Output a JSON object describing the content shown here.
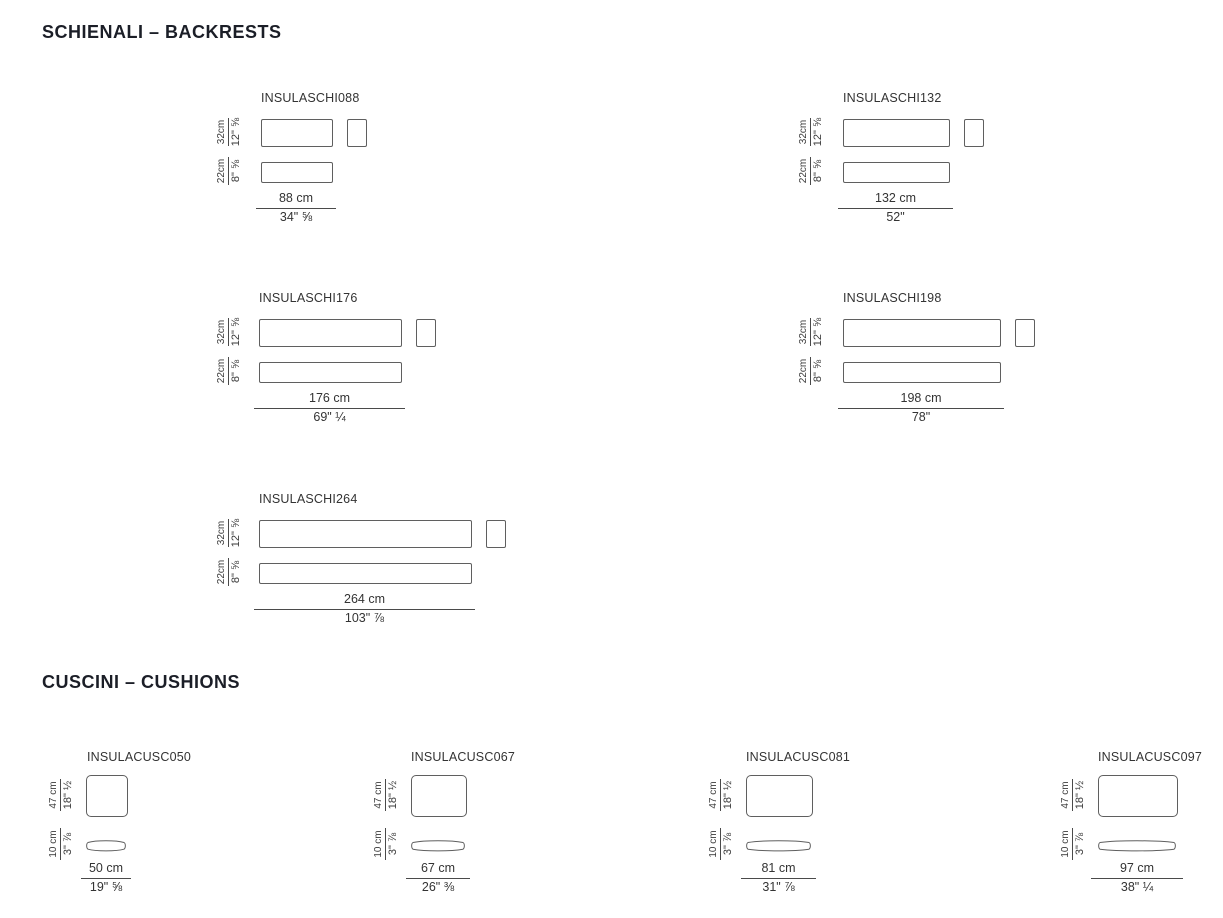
{
  "colors": {
    "background": "#ffffff",
    "title_text": "#1b1e27",
    "body_text": "#333333",
    "drawing_line": "#5f5f5f"
  },
  "backrests": {
    "title": "SCHIENALI – BACKRESTS",
    "items": [
      {
        "code": "INSULASCHI088",
        "height_cm": "32cm",
        "height_in": "12\" ⅝",
        "depth_cm": "22cm",
        "depth_in": "8\" ⅝",
        "width_cm": "88 cm",
        "width_in": "34\" ⅝"
      },
      {
        "code": "INSULASCHI132",
        "height_cm": "32cm",
        "height_in": "12\" ⅝",
        "depth_cm": "22cm",
        "depth_in": "8\" ⅝",
        "width_cm": "132 cm",
        "width_in": "52\""
      },
      {
        "code": "INSULASCHI176",
        "height_cm": "32cm",
        "height_in": "12\" ⅝",
        "depth_cm": "22cm",
        "depth_in": "8\" ⅝",
        "width_cm": "176 cm",
        "width_in": "69\" ¼"
      },
      {
        "code": "INSULASCHI198",
        "height_cm": "32cm",
        "height_in": "12\" ⅝",
        "depth_cm": "22cm",
        "depth_in": "8\" ⅝",
        "width_cm": "198 cm",
        "width_in": "78\""
      },
      {
        "code": "INSULASCHI264",
        "height_cm": "32cm",
        "height_in": "12\" ⅝",
        "depth_cm": "22cm",
        "depth_in": "8\" ⅝",
        "width_cm": "264 cm",
        "width_in": "103\" ⅞"
      }
    ]
  },
  "cushions": {
    "title": "CUSCINI – CUSHIONS",
    "items": [
      {
        "code": "INSULACUSC050",
        "height_cm": "47 cm",
        "height_in": "18\" ½",
        "thickness_cm": "10 cm",
        "thickness_in": "3\" ⅞",
        "width_cm": "50 cm",
        "width_in": "19\" ⅝"
      },
      {
        "code": "INSULACUSC067",
        "height_cm": "47 cm",
        "height_in": "18\" ½",
        "thickness_cm": "10 cm",
        "thickness_in": "3\" ⅞",
        "width_cm": "67 cm",
        "width_in": "26\" ⅜"
      },
      {
        "code": "INSULACUSC081",
        "height_cm": "47 cm",
        "height_in": "18\" ½",
        "thickness_cm": "10 cm",
        "thickness_in": "3\" ⅞",
        "width_cm": "81 cm",
        "width_in": "31\" ⅞"
      },
      {
        "code": "INSULACUSC097",
        "height_cm": "47 cm",
        "height_in": "18\" ½",
        "thickness_cm": "10 cm",
        "thickness_in": "3\" ⅞",
        "width_cm": "97 cm",
        "width_in": "38\" ¼"
      }
    ]
  }
}
